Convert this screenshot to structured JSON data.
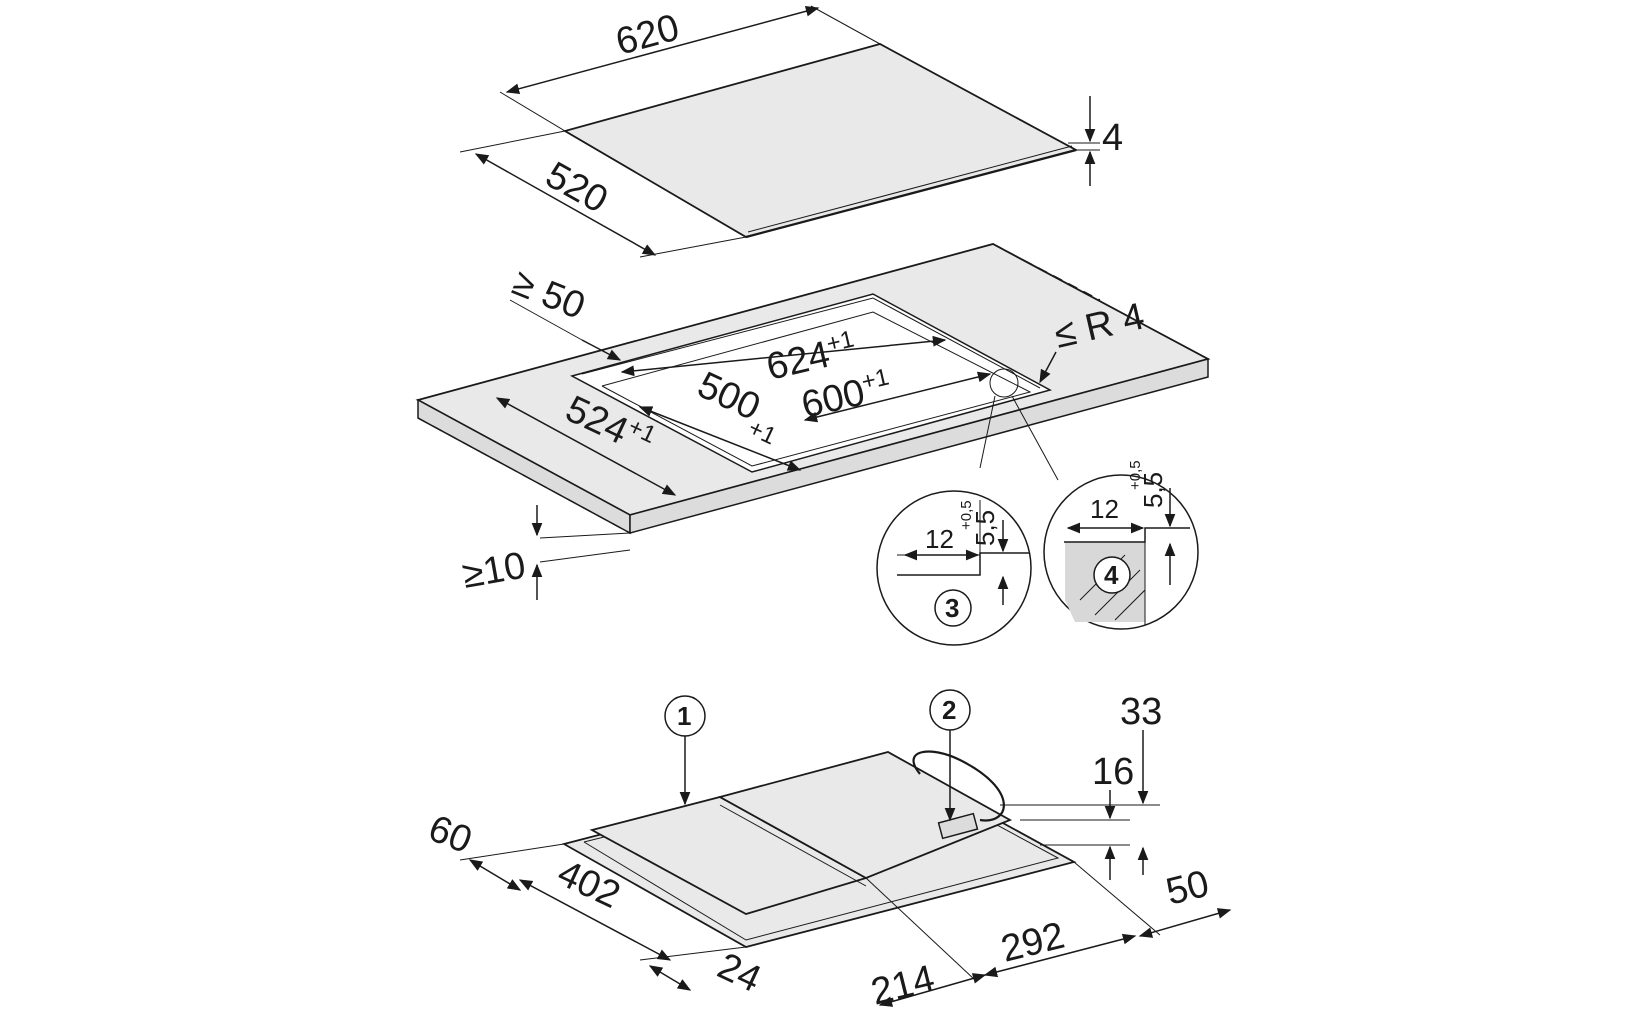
{
  "hob_top": {
    "width": "620",
    "depth": "520",
    "thickness": "4"
  },
  "cutout": {
    "front_distance": "≥ 50",
    "corner_radius": "≤ R 4",
    "outer_width": "624",
    "outer_width_tol": "+1",
    "inner_width": "600",
    "inner_width_tol": "+1",
    "inner_depth": "500",
    "inner_depth_tol": "+1",
    "outer_depth": "524",
    "outer_depth_tol": "+1",
    "worktop_min": "≥10"
  },
  "detail_3": {
    "number": "3",
    "rebate": "12",
    "depth": "5,5",
    "tol": "+0,5"
  },
  "detail_4": {
    "number": "4",
    "rebate": "12",
    "depth": "5,5",
    "tol": "+0,5"
  },
  "underside": {
    "callout_1": "1",
    "callout_2": "2",
    "height_total": "60",
    "d402": "402",
    "d24": "24",
    "d214": "214",
    "d292": "292",
    "d50": "50",
    "d16": "16",
    "d33": "33"
  }
}
